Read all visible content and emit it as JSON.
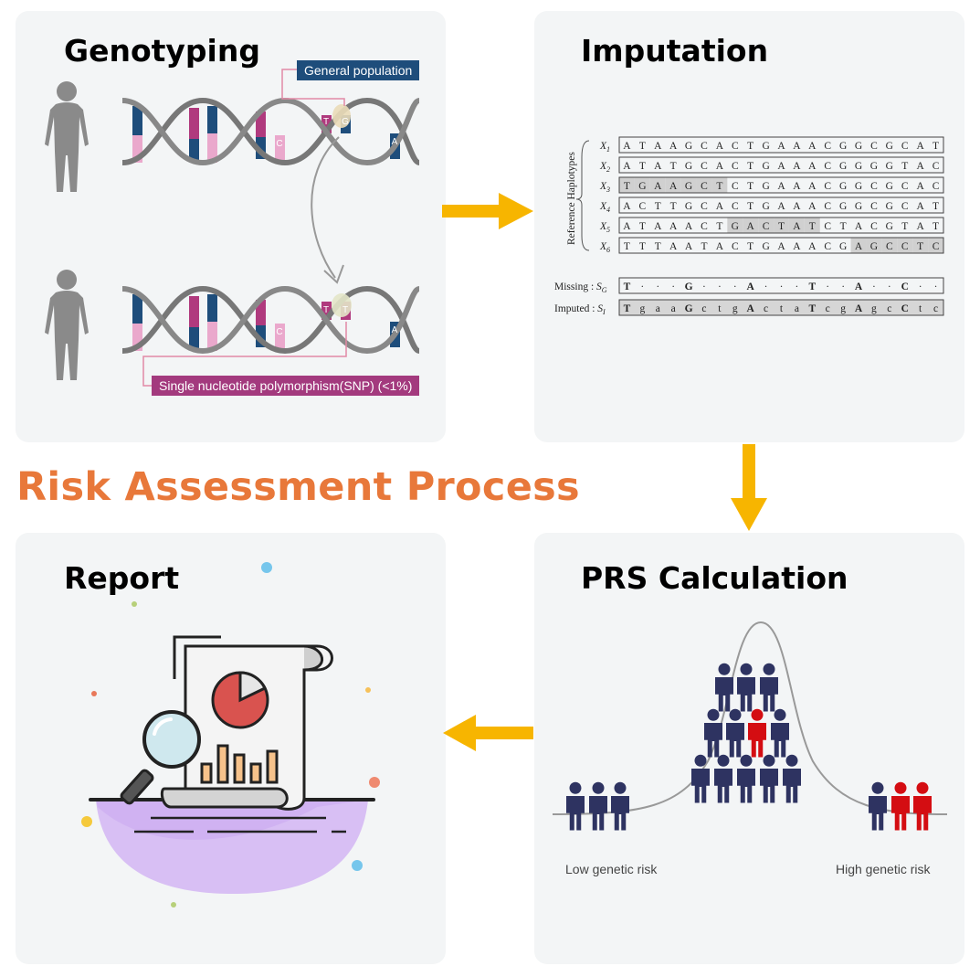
{
  "title": "Risk Assessment Process",
  "panels": {
    "genotyping": {
      "title": "Genotyping",
      "badge_population": "General population",
      "badge_snp": "Single nucleotide polymorphism(SNP) (<1%)",
      "top_bases": [
        "C",
        "T",
        "G",
        "A"
      ],
      "bottom_bases": [
        "C",
        "T",
        "T",
        "A"
      ]
    },
    "imputation": {
      "title": "Imputation",
      "ref_label": "Reference Haplotypes",
      "haplotypes": [
        {
          "label": "X",
          "sub": "1",
          "seq": "ATAAGCACTGAAACGGCGCAT",
          "shade": []
        },
        {
          "label": "X",
          "sub": "2",
          "seq": "ATATGCACTGAAACGGGGTAC",
          "shade": []
        },
        {
          "label": "X",
          "sub": "3",
          "seq": "TGAAGCTCTGAAACGGCGCAC",
          "shade": [
            0,
            1,
            2,
            3,
            4,
            5,
            6
          ]
        },
        {
          "label": "X",
          "sub": "4",
          "seq": "ACTTGCACTGAAACGGCGCAT",
          "shade": []
        },
        {
          "label": "X",
          "sub": "5",
          "seq": "ATAAACTGACTATCTACGTAT",
          "shade": [
            7,
            8,
            9,
            10,
            11,
            12
          ]
        },
        {
          "label": "X",
          "sub": "6",
          "seq": "TTTAATACTGAAACGAGCCTC",
          "shade": [
            15,
            16,
            17,
            18,
            19,
            20
          ]
        }
      ],
      "missing": {
        "label": "Missing :",
        "sym": "S",
        "sub": "G",
        "seq": [
          "T",
          "·",
          "·",
          "·",
          "G",
          "·",
          "·",
          "·",
          "A",
          "·",
          "·",
          "·",
          "T",
          "·",
          "·",
          "A",
          "·",
          "·",
          "C",
          "·",
          "·"
        ]
      },
      "imputed": {
        "label": "Imputed :",
        "sym": "S",
        "sub": "I",
        "seq": [
          "T",
          "g",
          "a",
          "a",
          "G",
          "c",
          "t",
          "g",
          "A",
          "c",
          "t",
          "a",
          "T",
          "c",
          "g",
          "A",
          "g",
          "c",
          "C",
          "t",
          "c"
        ]
      }
    },
    "prs": {
      "title": "PRS Calculation",
      "low_label": "Low genetic risk",
      "high_label": "High genetic risk"
    },
    "report": {
      "title": "Report"
    }
  },
  "colors": {
    "accent": "#e8783a",
    "arrow": "#f7b500",
    "navy": "#1e4d7b",
    "magenta": "#b03a7e",
    "pink": "#eaa8cc",
    "person_blue": "#2e3361",
    "person_red": "#d40d12",
    "panel_bg": "#f3f5f6"
  }
}
